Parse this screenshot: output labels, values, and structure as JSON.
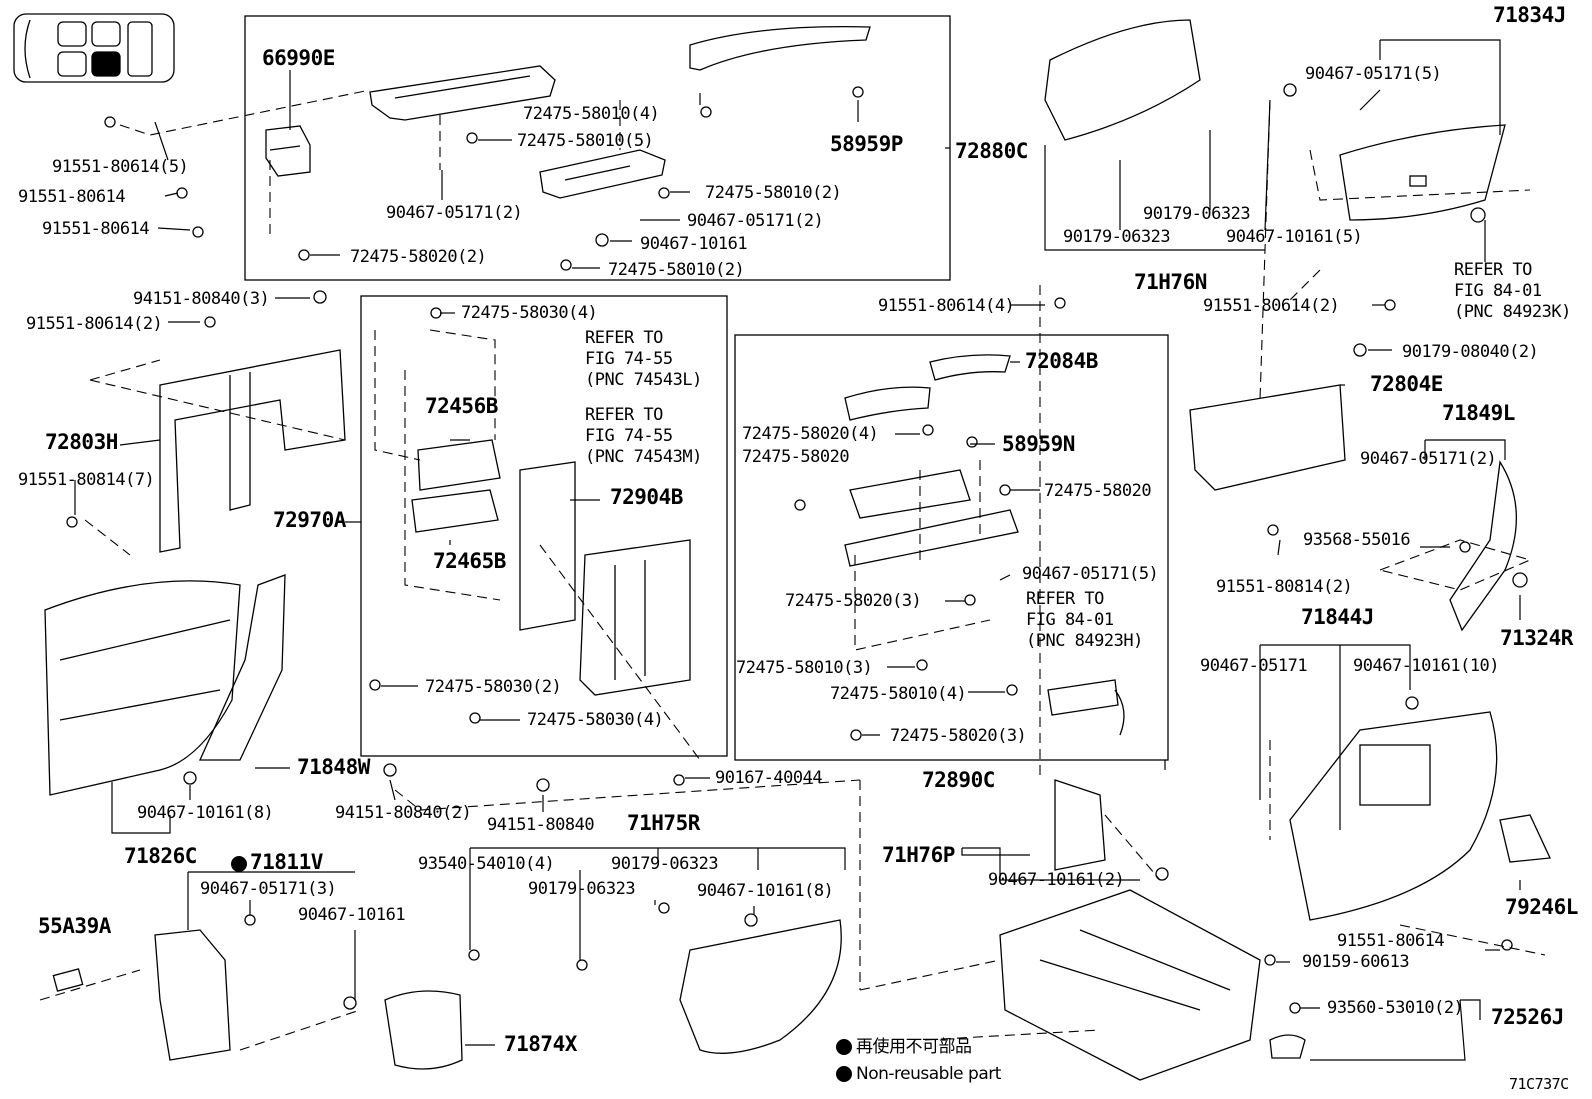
{
  "figure_code": "71C737C",
  "legend": {
    "japanese": "再使用不可部品",
    "english": "Non-reusable part"
  },
  "labels": {
    "p66990E": "66990E",
    "p72880C": "72880C",
    "p58959P": "58959P",
    "s72475_58010_4": "72475-58010(4)",
    "s72475_58010_5": "72475-58010(5)",
    "s72475_58010_2a": "72475-58010(2)",
    "s90467_05171_2a": "90467-05171(2)",
    "s90467_05171_2b": "90467-05171(2)",
    "s90467_10161_a": "90467-10161",
    "s72475_58010_2b": "72475-58010(2)",
    "s72475_58020_2": "72475-58020(2)",
    "s91551_80614_5": "91551-80614(5)",
    "s91551_80614_a": "91551-80614",
    "s91551_80614_b": "91551-80614",
    "s94151_80840_3": "94151-80840(3)",
    "s91551_80614_2a": "91551-80614(2)",
    "p72803H": "72803H",
    "s91551_80814_7": "91551-80814(7)",
    "p72970A": "72970A",
    "s72475_58030_4a": "72475-58030(4)",
    "refer_a1": "REFER TO",
    "refer_a2": "FIG 74-55",
    "refer_a3": "(PNC 74543L)",
    "refer_b1": "REFER TO",
    "refer_b2": "FIG 74-55",
    "refer_b3": "(PNC 74543M)",
    "p72456B": "72456B",
    "p72904B": "72904B",
    "p72465B": "72465B",
    "s72475_58030_2": "72475-58030(2)",
    "s72475_58030_4b": "72475-58030(4)",
    "p71848W": "71848W",
    "s90467_10161_8a": "90467-10161(8)",
    "s94151_80840_2": "94151-80840(2)",
    "s94151_80840": "94151-80840",
    "s90167_40044": "90167-40044",
    "p71826C": "71826C",
    "p71811V": "71811V",
    "p71H75R": "71H75R",
    "s90467_05171_3": "90467-05171(3)",
    "s90467_10161_b": "90467-10161",
    "p55A39A": "55A39A",
    "s93540_54010_4": "93540-54010(4)",
    "s90179_06323_a": "90179-06323",
    "s90179_06323_b": "90179-06323",
    "s90467_10161_8b": "90467-10161(8)",
    "p71874X": "71874X",
    "s91551_80614_4": "91551-80614(4)",
    "p72084B": "72084B",
    "s72475_58020_4": "72475-58020(4)",
    "p58959N": "58959N",
    "s72475_58020_a": "72475-58020",
    "s72475_58020_b": "72475-58020",
    "s90467_05171_5a": "90467-05171(5)",
    "s72475_58020_3a": "72475-58020(3)",
    "refer_c1": "REFER TO",
    "refer_c2": "FIG 84-01",
    "refer_c3": "(PNC 84923H)",
    "s72475_58010_3": "72475-58010(3)",
    "s72475_58010_4b": "72475-58010(4)",
    "s72475_58020_3b": "72475-58020(3)",
    "p72890C": "72890C",
    "p71H76P": "71H76P",
    "s90467_10161_2": "90467-10161(2)",
    "s90179_06323_c": "90179-06323",
    "s90179_06323_d": "90179-06323",
    "s90467_10161_5": "90467-10161(5)",
    "p71H76N": "71H76N",
    "p71834J": "71834J",
    "s90467_05171_5b": "90467-05171(5)",
    "refer_d1": "REFER TO",
    "refer_d2": "FIG 84-01",
    "refer_d3": "(PNC 84923K)",
    "s91551_80614_2b": "91551-80614(2)",
    "s90179_08040_2": "90179-08040(2)",
    "p72804E": "72804E",
    "p71849L": "71849L",
    "s90467_05171_2c": "90467-05171(2)",
    "s93568_55016": "93568-55016",
    "s91551_80814_2": "91551-80814(2)",
    "p71324R": "71324R",
    "p71844J": "71844J",
    "s90467_05171_b": "90467-05171",
    "s90467_10161_10": "90467-10161(10)",
    "p79246L": "79246L",
    "s91551_80614_c": "91551-80614",
    "s90159_60613": "90159-60613",
    "s93560_53010_2": "93560-53010(2)",
    "p72526J": "72526J"
  }
}
